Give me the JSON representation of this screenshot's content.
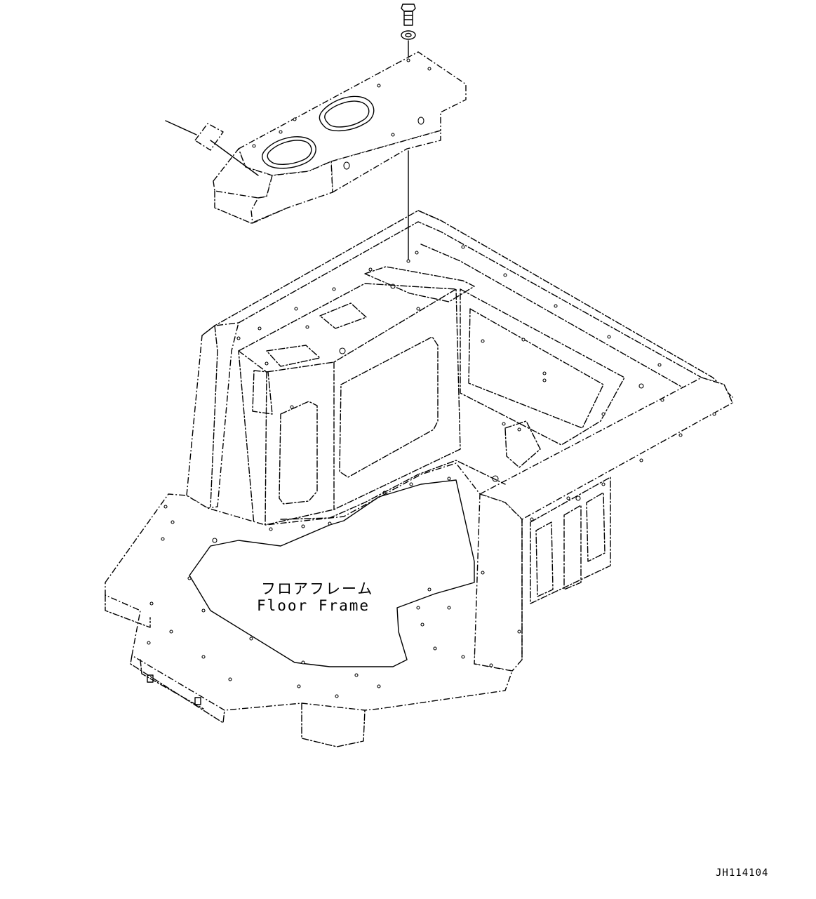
{
  "labels": {
    "part_name_jp": "フロアフレーム",
    "part_name_en": "Floor Frame"
  },
  "drawing_id": "JH114104"
}
